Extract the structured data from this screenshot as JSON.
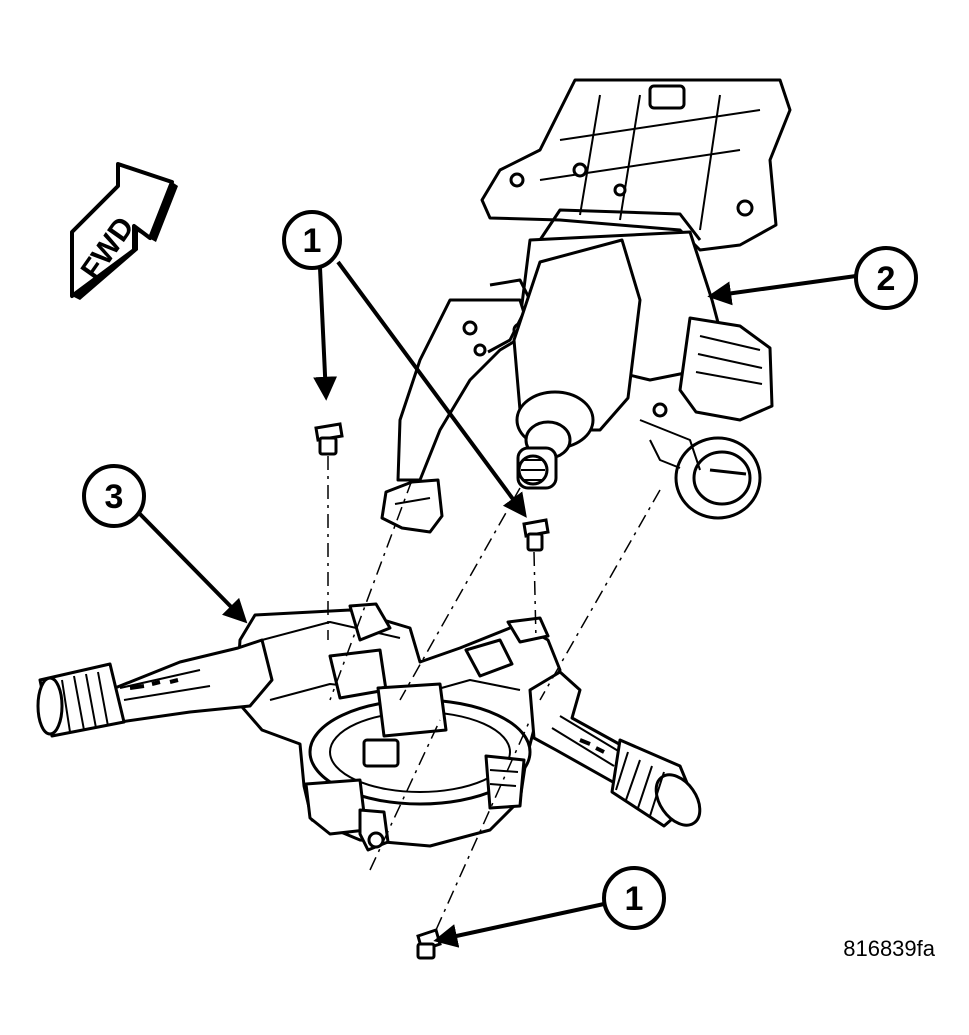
{
  "fwd_label": "FWD",
  "callouts": [
    {
      "id": "c1a",
      "label": "1"
    },
    {
      "id": "c2",
      "label": "2"
    },
    {
      "id": "c3",
      "label": "3"
    },
    {
      "id": "c1b",
      "label": "1"
    }
  ],
  "figure_id": "816839fa",
  "colors": {
    "ink": "#000000",
    "paper": "#ffffff",
    "shade": "#cfcfcf",
    "dark": "#222222"
  }
}
